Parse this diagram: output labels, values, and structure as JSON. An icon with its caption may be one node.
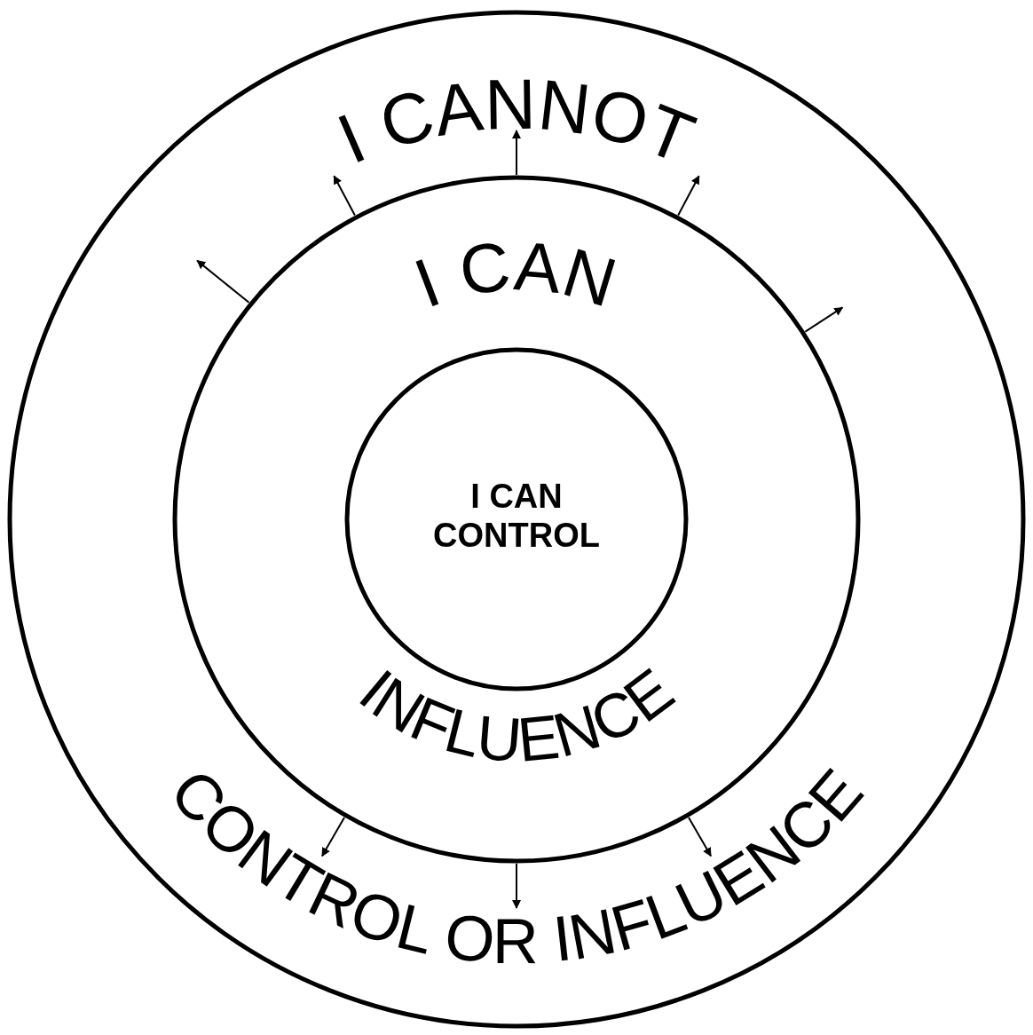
{
  "diagram": {
    "nodes": [
      {
        "text": [
          "I CANNOT",
          "CONTROL OR INFLUENCE"
        ]
      },
      {
        "text": [
          "I CAN",
          "INFLUENCE"
        ],
        "in": 0
      },
      {
        "text": [
          "I CAN CONTROL"
        ],
        "in": 1
      }
    ],
    "edges": [
      {
        "from": 1,
        "to": null,
        "arrow": "to"
      },
      {
        "from": 1,
        "to": null,
        "arrow": "to"
      },
      {
        "from": 1,
        "to": null,
        "arrow": "to"
      },
      {
        "from": 1,
        "to": null,
        "arrow": "to"
      },
      {
        "from": 1,
        "to": null,
        "arrow": "to"
      },
      {
        "from": 1,
        "to": null,
        "arrow": "to"
      },
      {
        "from": 1,
        "to": null,
        "arrow": "to"
      },
      {
        "from": 1,
        "to": null,
        "arrow": "to"
      }
    ]
  }
}
